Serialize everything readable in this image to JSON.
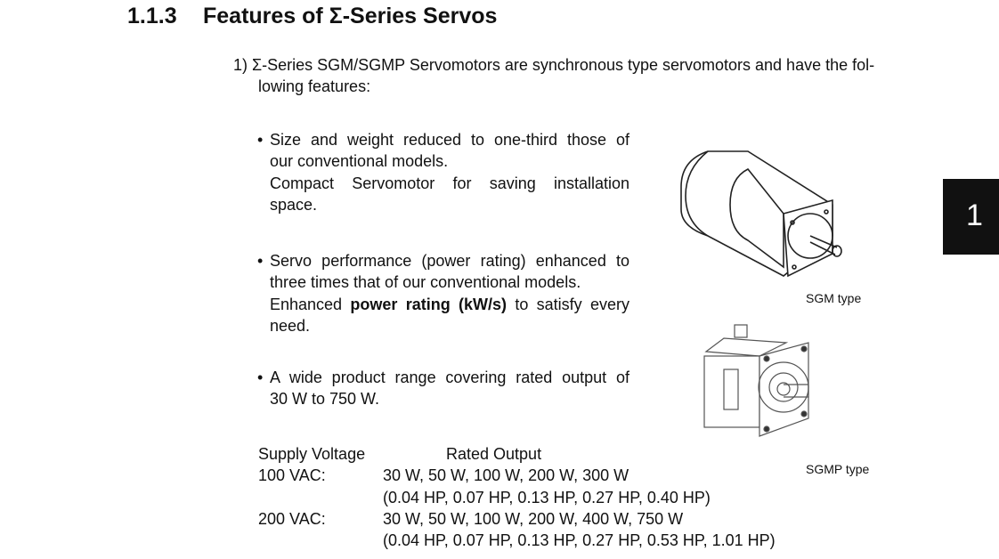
{
  "section": {
    "number": "1.1.3",
    "title": "Features of Σ-Series Servos"
  },
  "intro": {
    "marker": "1)",
    "line1": "Σ-Series SGM/SGMP Servomotors are synchronous type servomotors and have the fol-",
    "line2": "lowing features:"
  },
  "bullets": [
    {
      "lines": [
        "Size and weight reduced to one-third those of",
        "our conventional models.",
        "Compact Servomotor for saving installation",
        "space."
      ]
    },
    {
      "lines": [
        "Servo performance (power rating) enhanced to",
        "three times that of our conventional models."
      ],
      "l3_pre": "Enhanced ",
      "l3_bold": "power rating (kW/s)",
      "l3_post": " to satisfy every",
      "l4": "need."
    },
    {
      "lines": [
        "A wide product range covering rated output of",
        "30 W to 750 W."
      ]
    }
  ],
  "table": {
    "headers": [
      "Supply Voltage",
      "Rated Output"
    ],
    "rows": [
      {
        "voltage": "100 VAC:",
        "watts": "30 W, 50 W, 100 W, 200 W, 300 W",
        "hp": "(0.04 HP, 0.07 HP, 0.13 HP, 0.27 HP, 0.40 HP)"
      },
      {
        "voltage": "200 VAC:",
        "watts": "30 W, 50 W, 100 W, 200 W, 400 W, 750 W",
        "hp": "(0.04 HP, 0.07 HP, 0.13 HP, 0.27 HP, 0.53 HP, 1.01 HP)"
      }
    ]
  },
  "figures": {
    "sgm_caption": "SGM type",
    "sgmp_caption": "SGMP type"
  },
  "chapter_tab": "1"
}
